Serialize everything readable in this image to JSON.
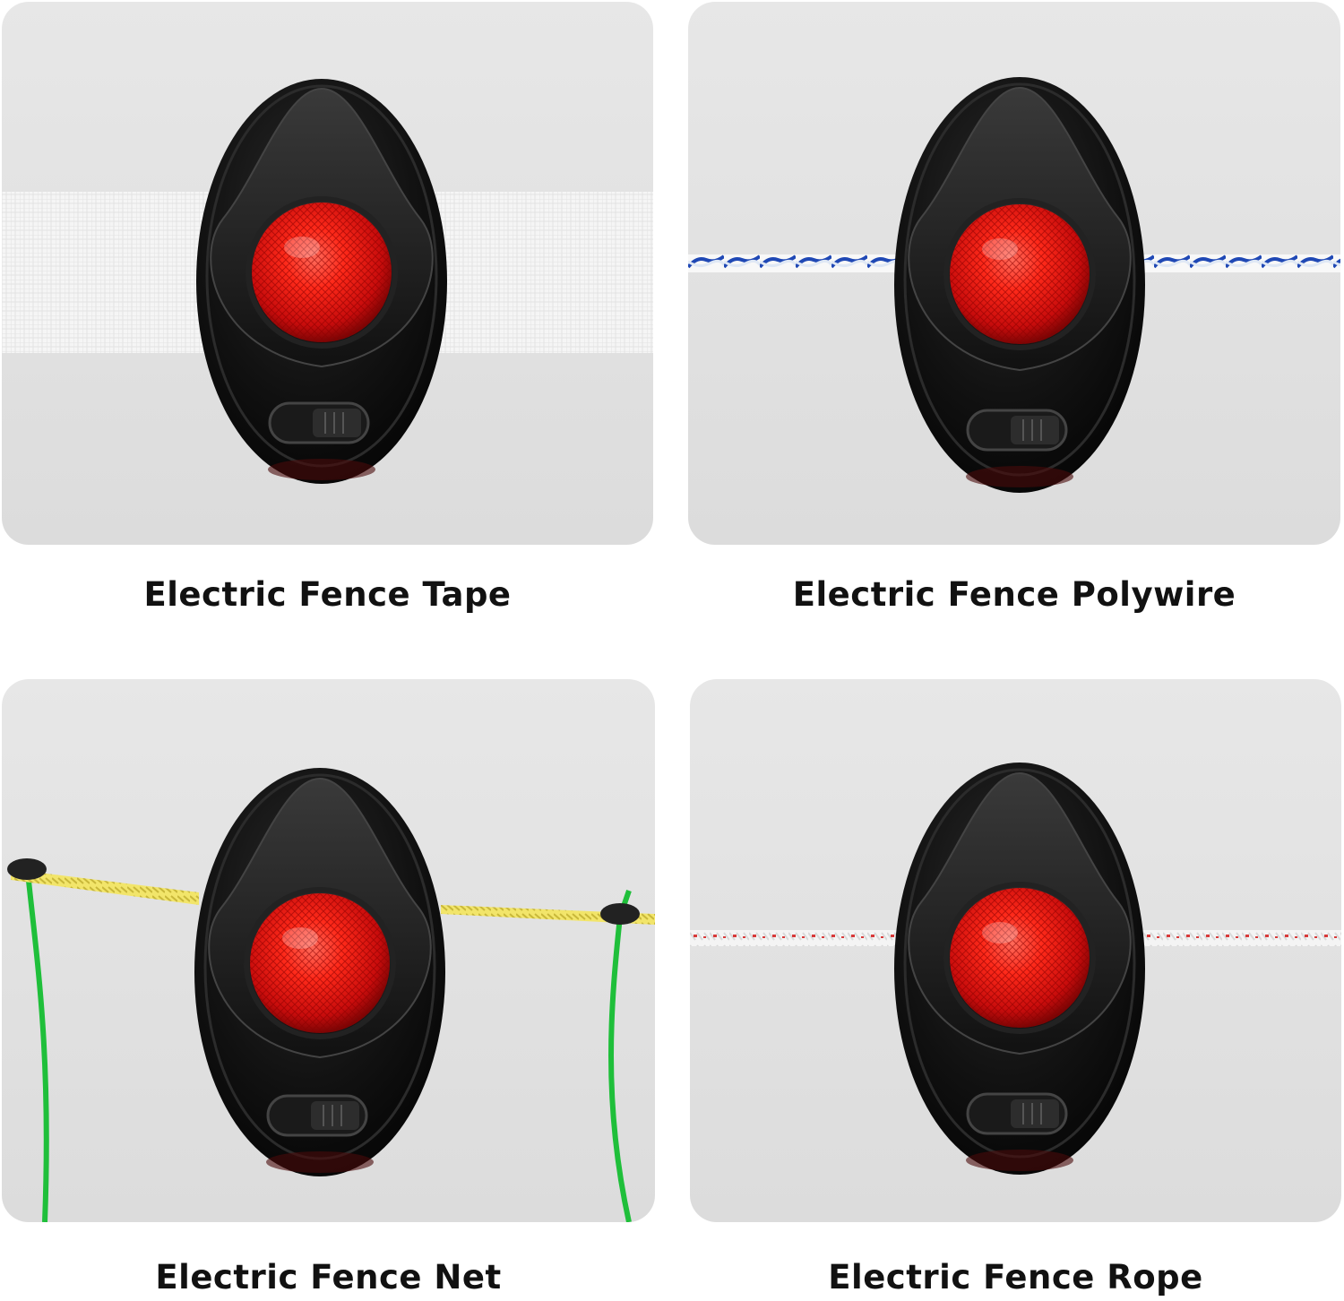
{
  "products": [
    {
      "caption": "Electric Fence Tape",
      "material": "tape",
      "material_color": "#f4f4f4"
    },
    {
      "caption": "Electric Fence Polywire",
      "material": "polywire",
      "material_color": "#1f48b5"
    },
    {
      "caption": "Electric Fence Net",
      "material": "net",
      "material_color": "#1fbf3a"
    },
    {
      "caption": "Electric Fence Rope",
      "material": "rope",
      "material_color": "#d83a3a"
    }
  ],
  "colors": {
    "lamp_body": "#0d0d0d",
    "lens": "#e01515",
    "panel_bg": "#e0e0e0"
  }
}
